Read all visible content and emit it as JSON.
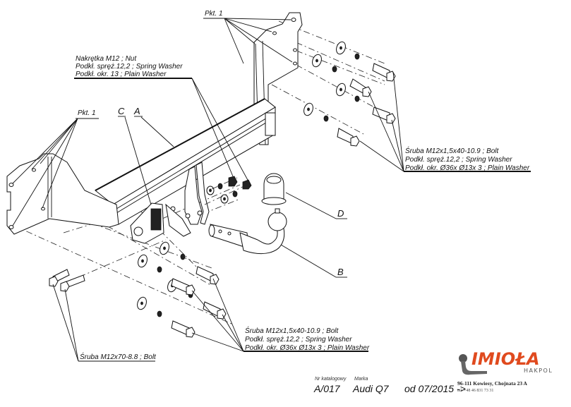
{
  "drawing": {
    "type": "exploded-assembly",
    "subject": "Tow bar (towing hitch) assembly"
  },
  "labels": {
    "pkt1_left": "Pkt. 1",
    "pkt1_top": "Pkt. 1",
    "part_a": "A",
    "part_b": "B",
    "part_c": "C",
    "part_d": "D",
    "nut_group": [
      "Nakrętka  M12 ; Nut",
      "Podkł. spręż.12,2 ; Spring Washer",
      "Podkł. okr. 13 ; Plain Washer"
    ],
    "bolt_group_right": [
      "Śruba M12x1,5x40-10.9 ;  Bolt",
      "Podkł. spręż.12,2 ; Spring Washer",
      "Podkł. okr.  Ø36x Ø13x 3 ; Plain Washer"
    ],
    "bolt_group_bottom": [
      "Śruba M12x1,5x40-10.9 ;  Bolt",
      "Podkł. spręż.12,2 ; Spring Washer",
      "Podkł. okr.  Ø36x Ø13x 3 ; Plain Washer"
    ],
    "bolt_left": "Śruba M12x70-8.8 ;  Bolt"
  },
  "footer": {
    "catalog_label": "Nr katalogowy",
    "catalog_value": "A/017",
    "make_label": "Marka",
    "make_value": "Audi Q7",
    "date_range": "od 07/2015 ->",
    "address": "96-111 Kowiesy, Chojnata 23 A",
    "phone": "tel. +48 46 831 73 31",
    "logo_text": "IMIOŁA",
    "logo_sub": "HAKPOL",
    "logo_color": "#e04a1e",
    "logo_hook_color": "#555555"
  }
}
